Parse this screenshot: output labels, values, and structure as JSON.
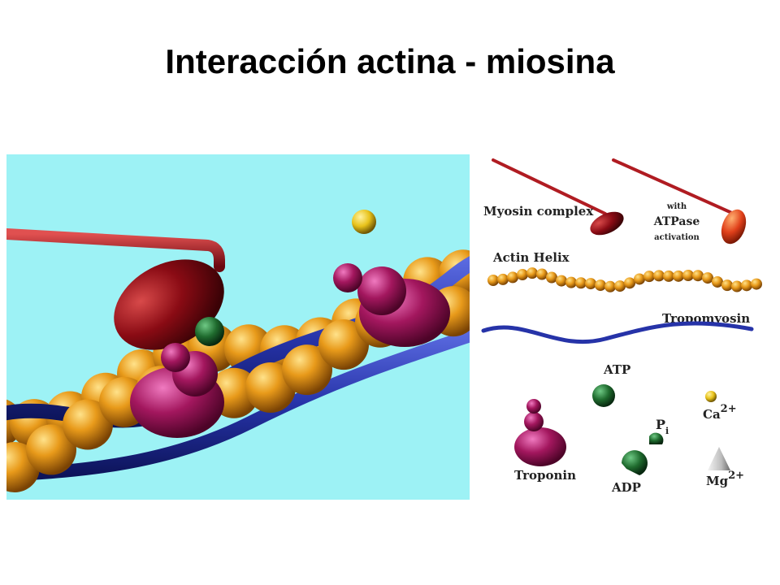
{
  "title": "Interacción actina - miosina",
  "legend": {
    "myosin_complex": "Myosin complex",
    "atpase_line1": "with",
    "atpase_line2": "ATPase",
    "atpase_line3": "activation",
    "actin_helix": "Actin Helix",
    "tropomyosin": "Tropomyosin",
    "atp": "ATP",
    "troponin": "Troponin",
    "adp": "ADP",
    "pi_main": "P",
    "pi_sub": "i",
    "ca_main": "Ca",
    "ca_charge": "2+",
    "mg_main": "Mg",
    "mg_charge": "2+"
  },
  "colors": {
    "scene_bg": "#9df2f5",
    "myosin": "#8a0b14",
    "myosin_activated": "#e0401a",
    "actin": "#e89a1a",
    "tropomyosin": "#2633a8",
    "troponin": "#a3175e",
    "atp_adp": "#1f6b2e",
    "calcium": "#e8c21a",
    "magnesium": "#c8c8c8"
  }
}
